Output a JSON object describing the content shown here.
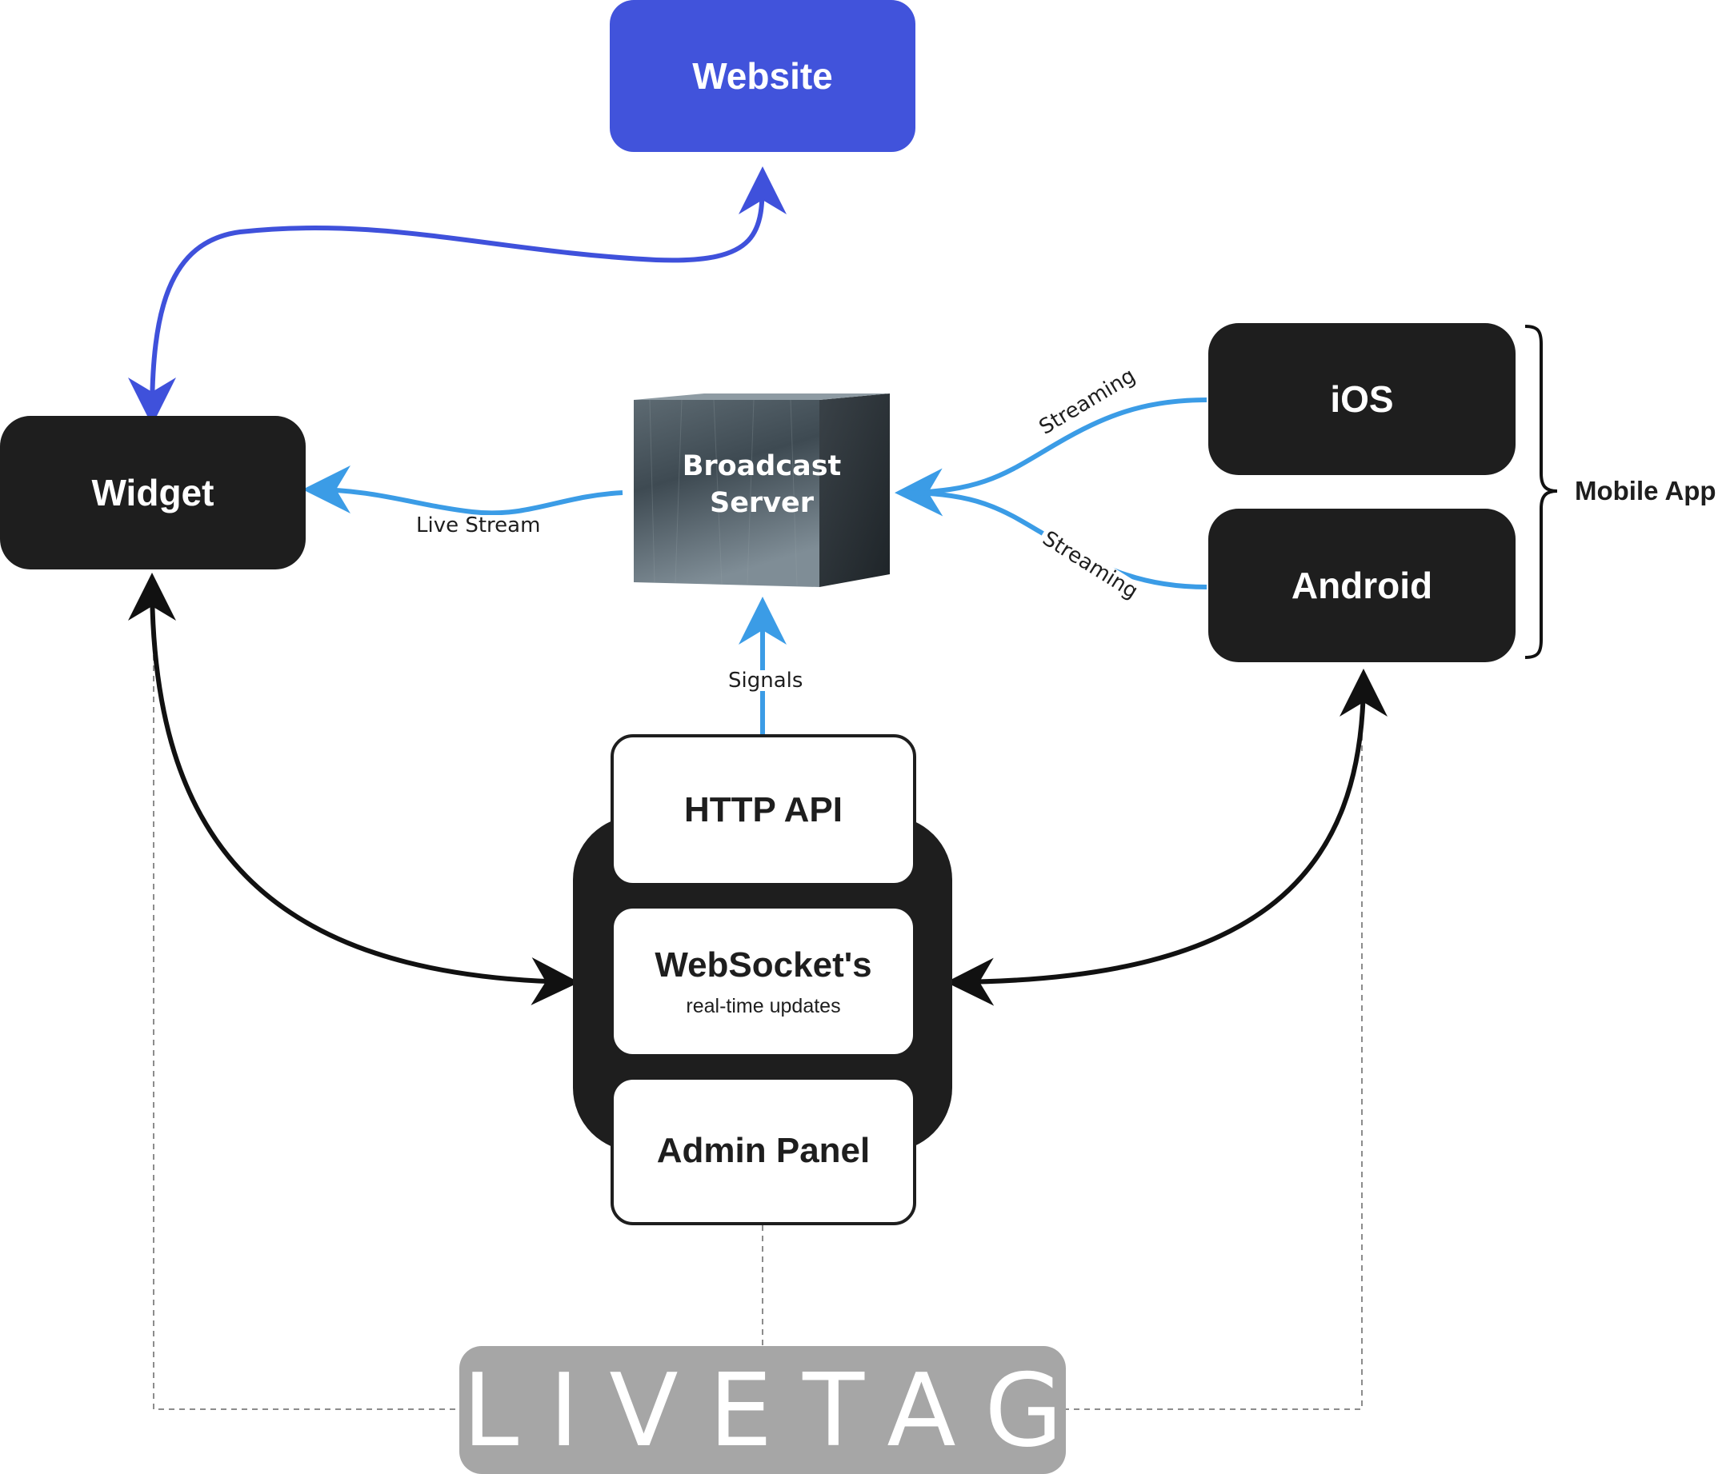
{
  "nodes": {
    "website": "Website",
    "widget": "Widget",
    "ios": "iOS",
    "android": "Android",
    "http_api": "HTTP API",
    "websockets": "WebSocket's",
    "websockets_sub": "real-time updates",
    "admin_panel": "Admin Panel",
    "broadcast_server": "Broadcast\nServer"
  },
  "group_label": "Mobile App",
  "edges": {
    "live_stream": "Live Stream",
    "signals": "Signals",
    "streaming_ios": "Streaming",
    "streaming_android": "Streaming"
  },
  "logo_text": "LIVETAG",
  "colors": {
    "dark_node": "#1e1e1e",
    "website_blue": "#4153db",
    "stream_blue": "#3b9ce6",
    "logo_gray": "#a6a6a6"
  }
}
